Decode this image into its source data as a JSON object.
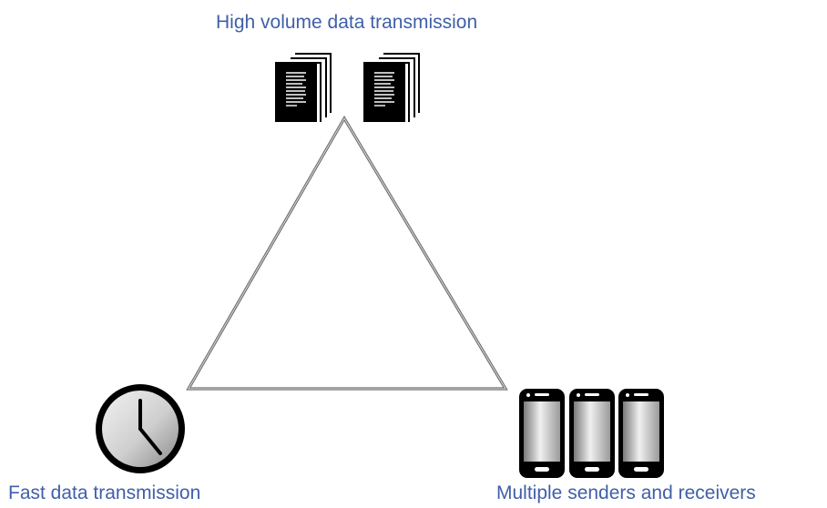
{
  "labels": {
    "top": "High volume data transmission",
    "left": "Fast data transmission",
    "right": "Multiple senders and receivers"
  },
  "colors": {
    "label": "#3f5fa8",
    "icon": "#000000",
    "triangle_outer": "#6e6e6e",
    "triangle_inner": "#cfcfcf"
  },
  "icons": {
    "top": [
      "document-stack-icon",
      "document-stack-icon"
    ],
    "left": "clock-icon",
    "right": [
      "smartphone-icon",
      "smartphone-icon",
      "smartphone-icon"
    ]
  }
}
